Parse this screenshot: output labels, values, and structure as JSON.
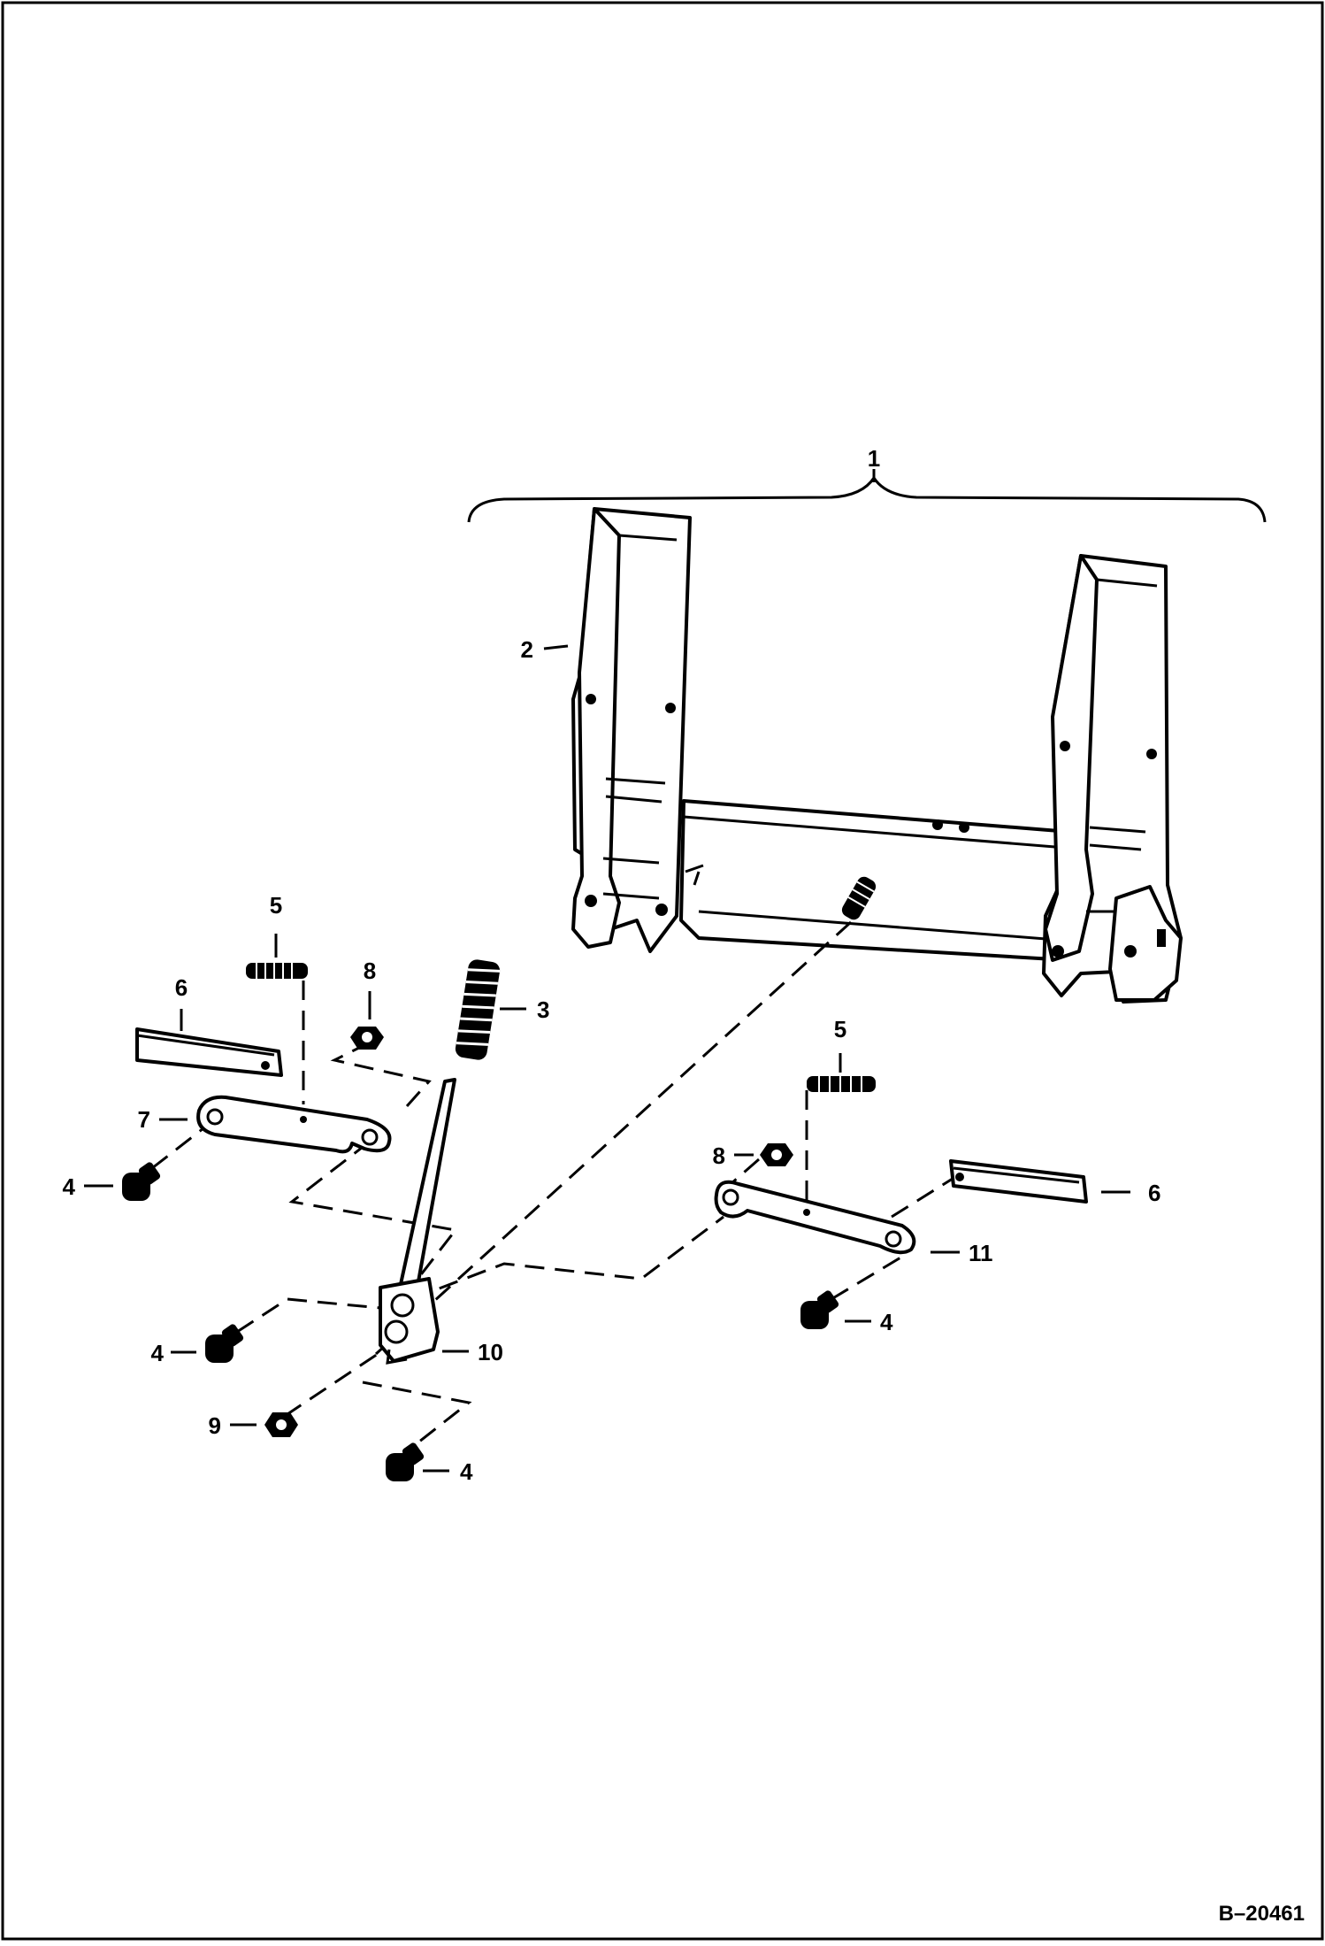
{
  "figure": {
    "reference": "B–20461",
    "callouts": {
      "c1": "1",
      "c2": "2",
      "c3": "3",
      "c4a": "4",
      "c4b": "4",
      "c4c": "4",
      "c4d": "4",
      "c5a": "5",
      "c5b": "5",
      "c6a": "6",
      "c6b": "6",
      "c7": "7",
      "c8a": "8",
      "c8b": "8",
      "c9": "9",
      "c10": "10",
      "c11": "11"
    }
  }
}
